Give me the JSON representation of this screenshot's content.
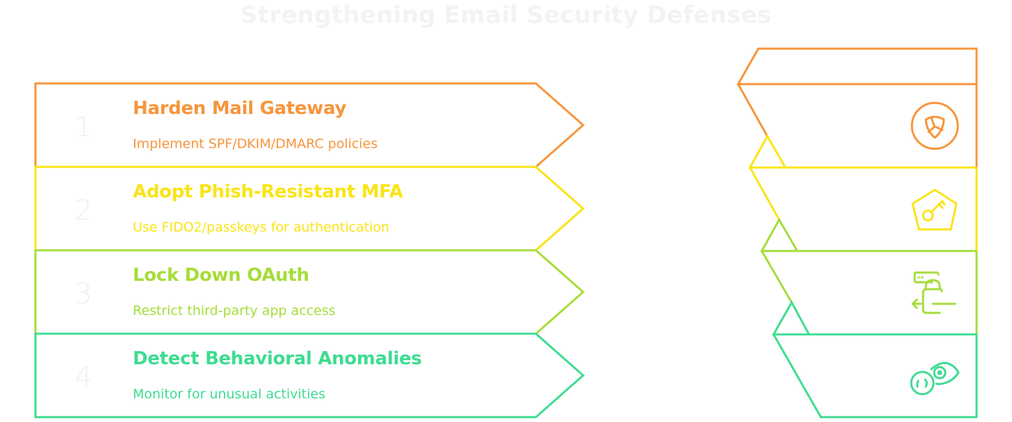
{
  "title": "Strengthening Email Security Defenses",
  "colors": {
    "orange": "#F7953B",
    "yellow": "#FAE417",
    "lime": "#A5DD3A",
    "teal": "#3EDC91",
    "title_gray": "#F3F3F3",
    "number_gray": "#F0F0F0"
  },
  "steps": [
    {
      "number": "1",
      "title": "Harden Mail Gateway",
      "description": "Implement SPF/DKIM/DMARC policies",
      "icon": "shield-circle-icon",
      "color": "#F7953B"
    },
    {
      "number": "2",
      "title": "Adopt Phish-Resistant MFA",
      "description": "Use FIDO2/passkeys for authentication",
      "icon": "key-pentagon-icon",
      "color": "#FAE417"
    },
    {
      "number": "3",
      "title": "Lock Down OAuth",
      "description": "Restrict third-party app access",
      "icon": "lock-access-icon",
      "color": "#A5DD3A"
    },
    {
      "number": "4",
      "title": "Detect Behavioral Anomalies",
      "description": "Monitor for unusual activities",
      "icon": "eye-monitor-icon",
      "color": "#3EDC91"
    }
  ]
}
